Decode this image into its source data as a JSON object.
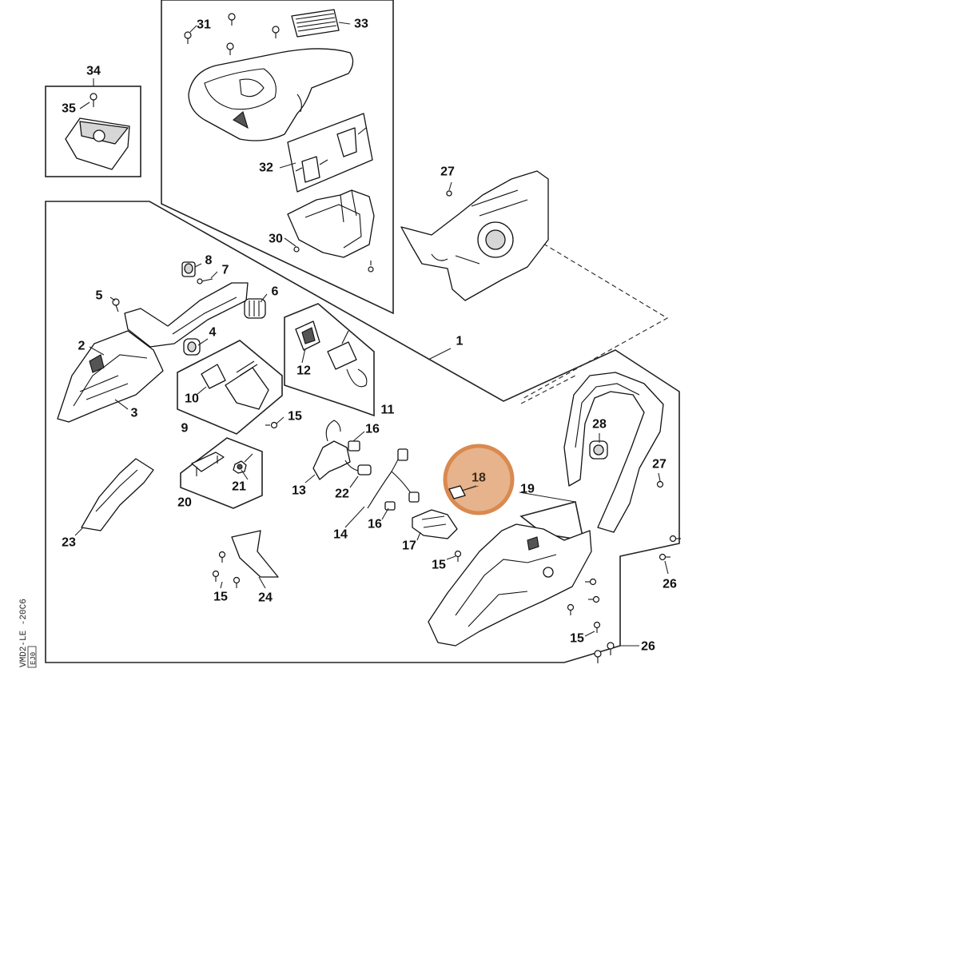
{
  "diagram": {
    "side_code": "VMD2-LE -20C6",
    "side_code_badge": "EJ0",
    "highlight": {
      "callout": "18",
      "color": "#d98a4f",
      "fill": "rgba(217,138,79,0.65)"
    },
    "callouts": {
      "c1": "1",
      "c2": "2",
      "c3": "3",
      "c4": "4",
      "c5": "5",
      "c6": "6",
      "c7": "7",
      "c8": "8",
      "c9": "9",
      "c10": "10",
      "c11": "11",
      "c12": "12",
      "c13": "13",
      "c14": "14",
      "c15a": "15",
      "c15b": "15",
      "c15c": "15",
      "c15d": "15",
      "c16a": "16",
      "c16b": "16",
      "c17": "17",
      "c18": "18",
      "c19": "19",
      "c20": "20",
      "c21": "21",
      "c22": "22",
      "c23": "23",
      "c24": "24",
      "c26a": "26",
      "c26b": "26",
      "c27a": "27",
      "c27b": "27",
      "c28": "28",
      "c30": "30",
      "c31": "31",
      "c32": "32",
      "c33": "33",
      "c34": "34",
      "c35": "35"
    }
  }
}
